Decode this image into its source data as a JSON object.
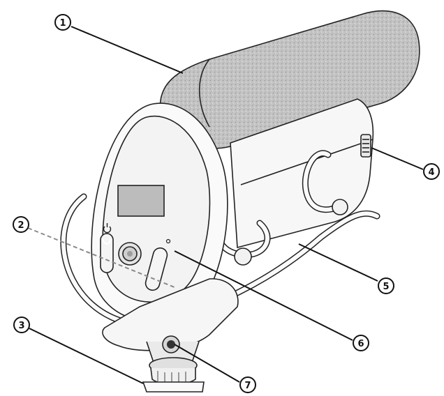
{
  "figure": {
    "callouts": [
      {
        "id": "callout-1",
        "label": "1"
      },
      {
        "id": "callout-2",
        "label": "2"
      },
      {
        "id": "callout-3",
        "label": "3"
      },
      {
        "id": "callout-4",
        "label": "4"
      },
      {
        "id": "callout-5",
        "label": "5"
      },
      {
        "id": "callout-6",
        "label": "6"
      },
      {
        "id": "callout-7",
        "label": "7"
      }
    ],
    "icons": {
      "power": "power-icon",
      "indicator": "led-indicator-icon"
    },
    "colors": {
      "line": "#111111",
      "foam": "#bdbdbd",
      "body": "#f7f7f7",
      "display": "#bcbcbc",
      "dashed": "#8a8a8a"
    }
  }
}
